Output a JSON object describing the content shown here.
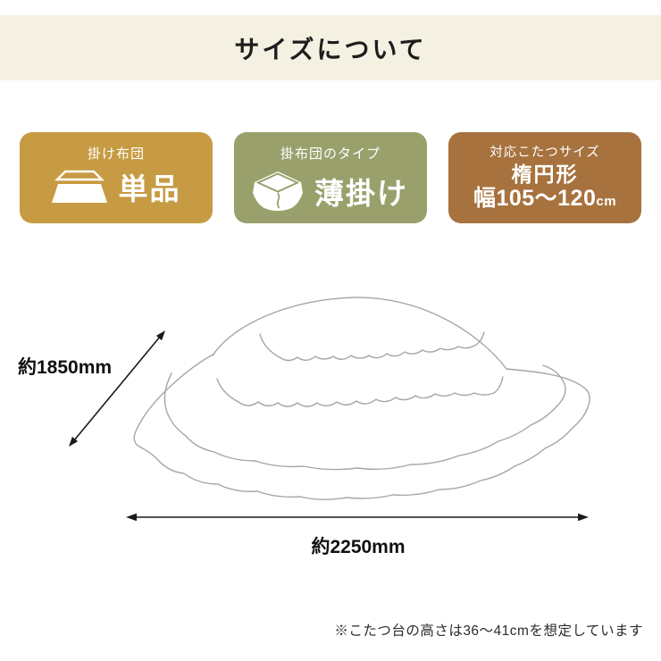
{
  "header": {
    "title": "サイズについて"
  },
  "badges": {
    "single": {
      "label": "掛け布団",
      "value": "単品",
      "bg": "#c79b43",
      "icon": "kotatsu-flat-icon"
    },
    "type": {
      "label": "掛布団のタイプ",
      "value": "薄掛け",
      "bg": "#9aa06c",
      "icon": "kotatsu-futon-icon"
    },
    "size": {
      "label": "対応こたつサイズ",
      "shape": "楕円形",
      "width_value": "幅105〜120",
      "width_unit": "cm",
      "bg": "#a7723e"
    }
  },
  "diagram": {
    "depth_label": "約1850mm",
    "width_label": "約2250mm"
  },
  "footnote": {
    "text": "※こたつ台の高さは36〜41cmを想定しています"
  },
  "colors": {
    "header_bg": "#f4f1e3",
    "line_drawing": "#a6a6a6",
    "arrow": "#1a1a1a"
  }
}
